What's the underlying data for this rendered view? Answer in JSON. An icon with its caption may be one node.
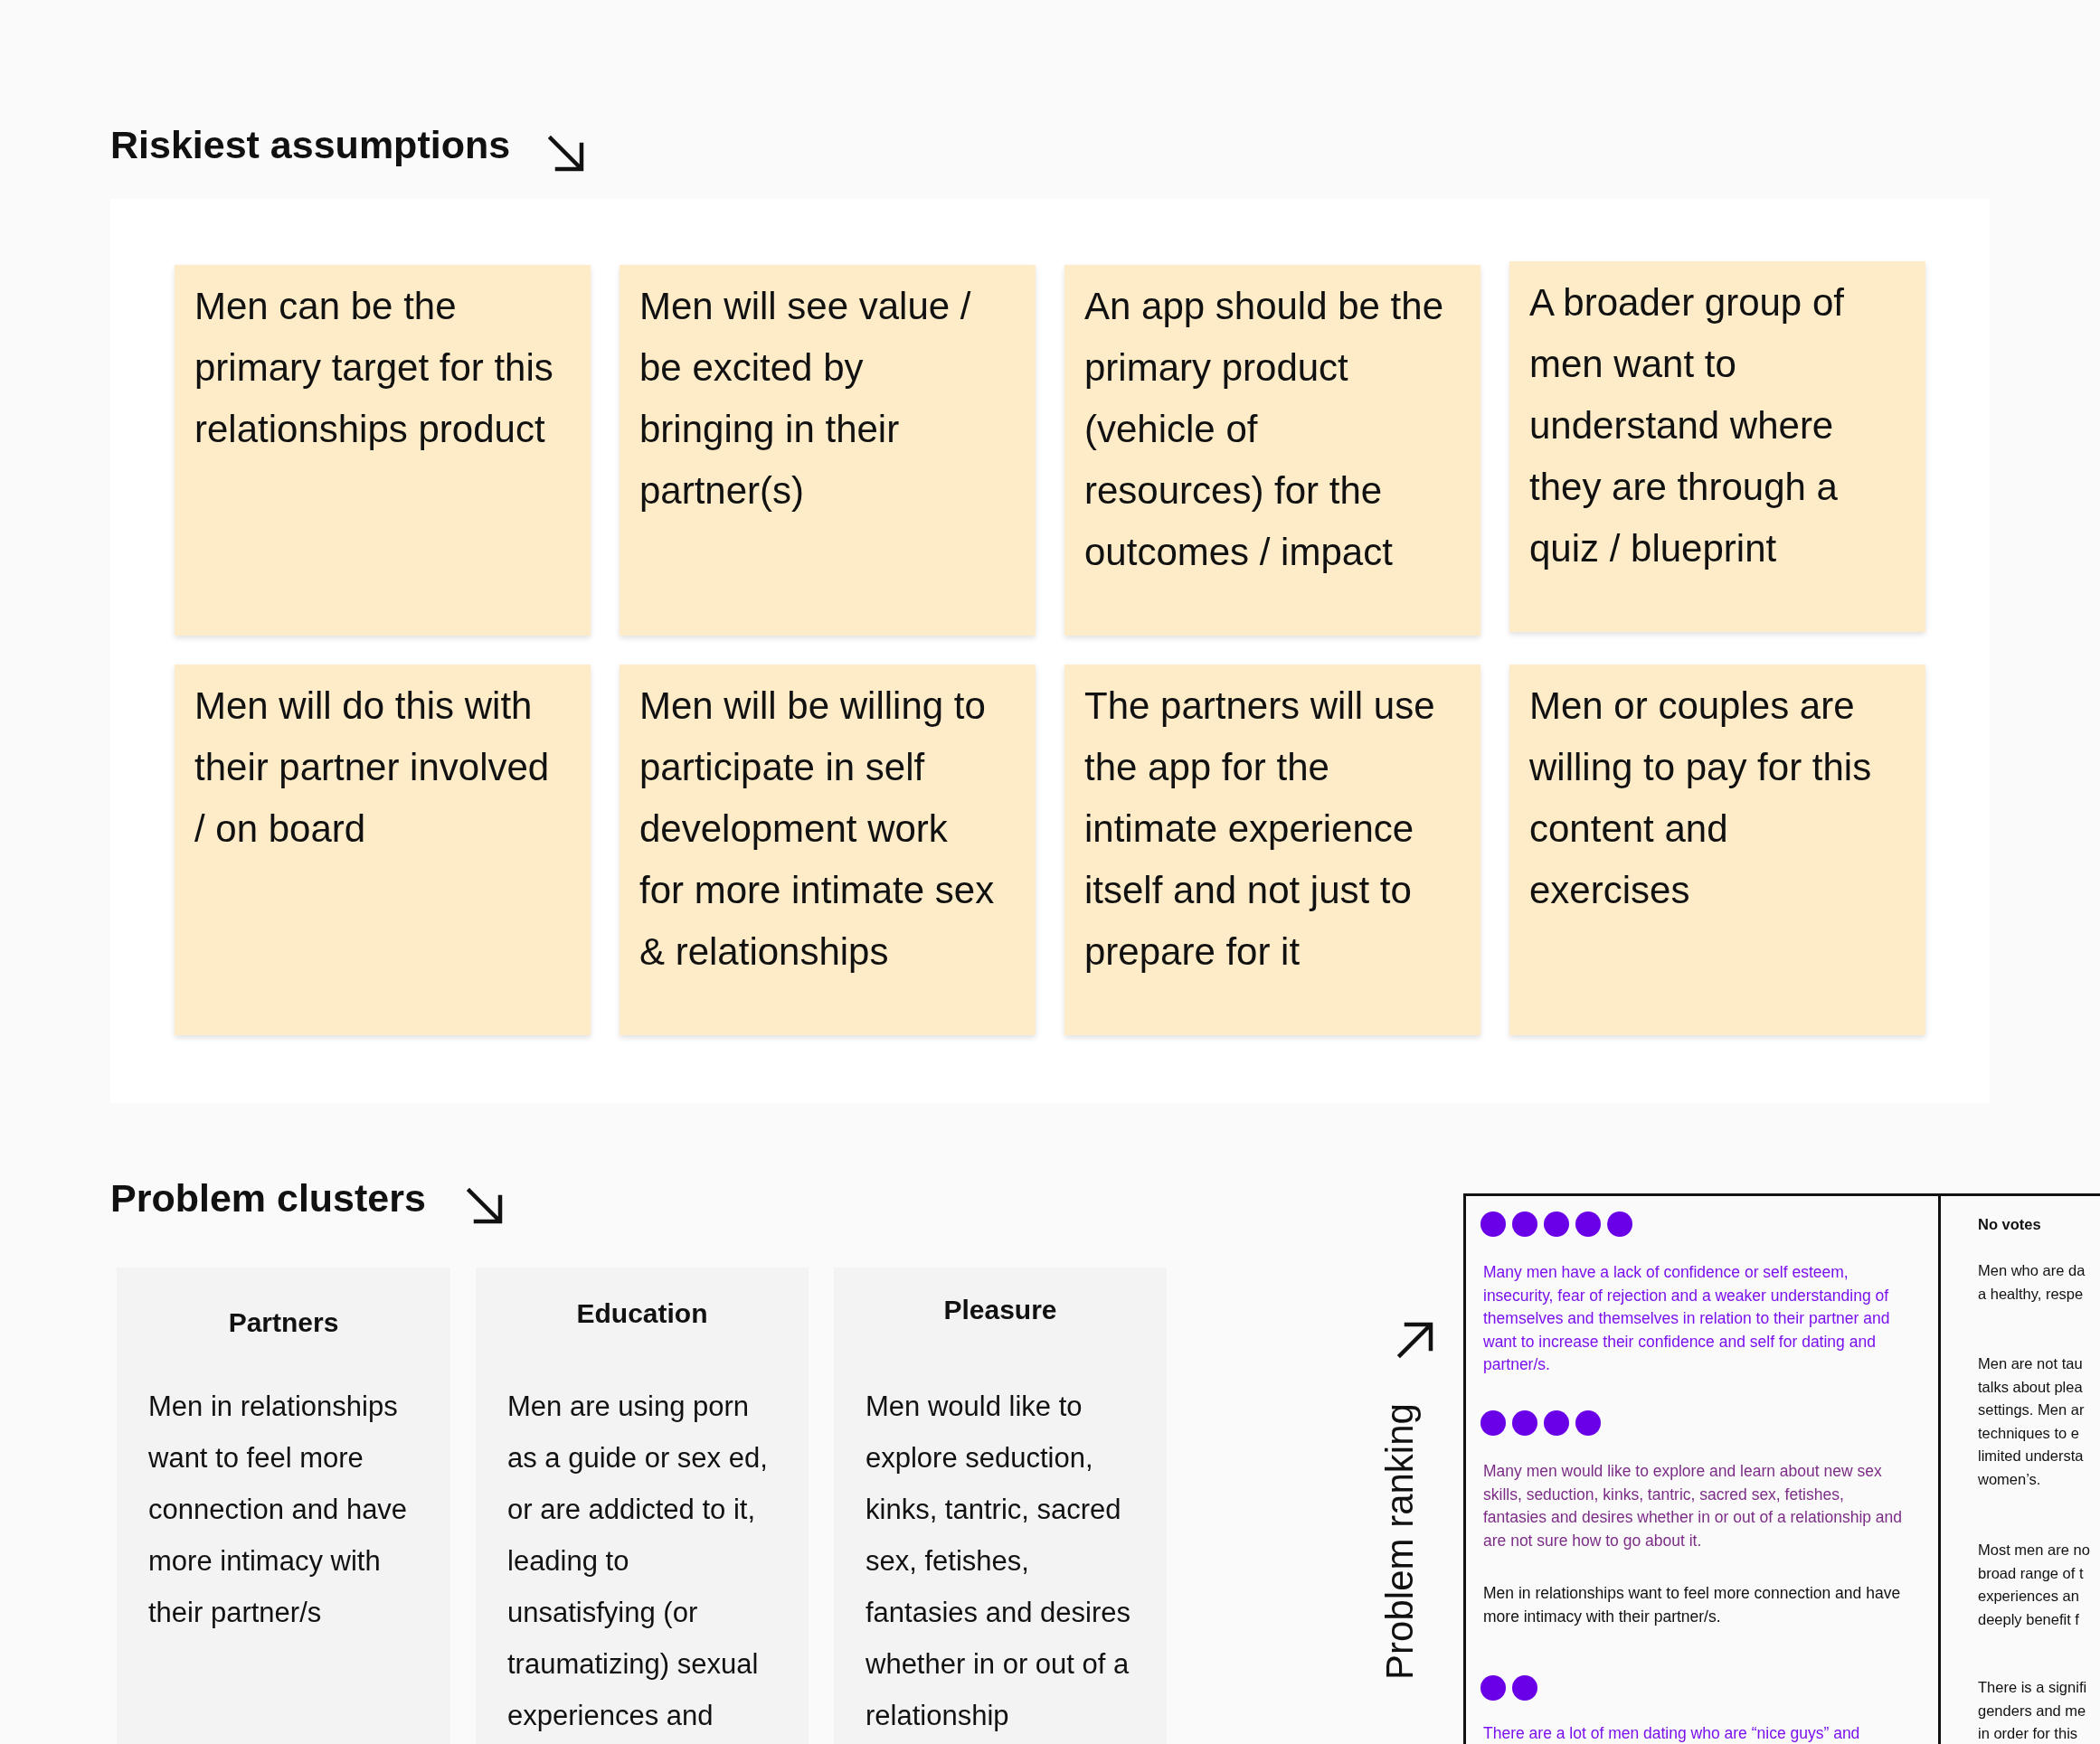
{
  "diagram": {
    "nodes": [
      {
        "text": [
          "Men can be the primary target for this relationships product"
        ]
      },
      {
        "text": [
          "Men will see value / be excited by bringing in their partner(s)"
        ]
      },
      {
        "text": [
          "An app should be the primary product (vehicle of resources) for the outcomes / impact"
        ]
      },
      {
        "text": [
          "A broader group of men want to understand where they are through a quiz / blueprint"
        ]
      },
      {
        "text": [
          "Men will do this with their partner involved / on board"
        ]
      },
      {
        "text": [
          "Men will be willing to participate in self development work for more intimate sex & relationships"
        ]
      },
      {
        "text": [
          "The partners will use the app for the intimate experience itself and not just to prepare for it"
        ]
      },
      {
        "text": [
          "Men or couples are willing to pay for this content and exercises"
        ]
      },
      {
        "text": [
          "Partners",
          "Men in relationships want to feel more connection and have more intimacy with their partner/s"
        ]
      },
      {
        "text": [
          "Education",
          "Men are using porn as a guide or sex ed, or are addicted to it, leading to unsatisfying (or traumatizing) sexual experiences and"
        ]
      },
      {
        "text": [
          "Pleasure",
          "Men would like to explore seduction, kinks, tantric, sacred sex, fetishes, fantasies and desires whether in or out of a relationship"
        ]
      },
      {
        "text": [
          "Many men have a lack of confidence or self esteem, insecurity, fear of rejection and a weaker understanding of themselves and themselves in relation to their partner and want to increase their confidence and self for dating and partner/s.",
          "Many men would like to explore and learn about new sex skills, seduction, kinks, tantric, sacred sex, fetishes, fantasies and desires whether in or out of a relationship and are not sure how to go about it.",
          "Men in relationships want to feel more connection and have more intimacy with their partner/s.",
          "There are a lot of men dating who are “nice guys” and"
        ]
      },
      {
        "text": [
          "No votes",
          "Men who are da",
          "a healthy, respe",
          "Men are not tau",
          "talks about plea",
          "settings. Men ar",
          "techniques to e",
          "limited understa",
          "women’s.",
          "Most men are no",
          "broad range of t",
          "experiences an",
          "deeply benefit f",
          "There is a signifi",
          "genders and me",
          "in order for this"
        ]
      }
    ],
    "labels": [
      "Riskiest assumptions",
      "Problem clusters",
      "Problem ranking"
    ]
  }
}
